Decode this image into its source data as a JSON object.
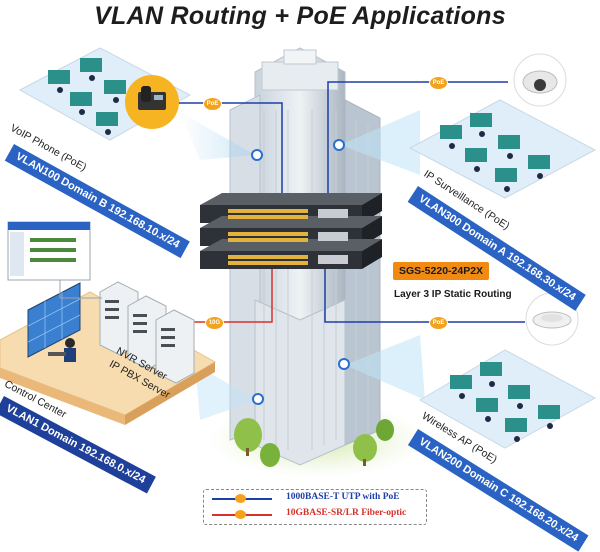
{
  "title": "VLAN Routing + PoE Applications",
  "switch": {
    "model": "SGS-5220-24P2X",
    "function": "Layer 3 IP Static Routing"
  },
  "zones": [
    {
      "id": "voip",
      "device": "VoIP Phone (PoE)",
      "vlan": "VLAN100 Domain B 192.168.10.x/24"
    },
    {
      "id": "surveillance",
      "device": "IP Surveillance (PoE)",
      "vlan": "VLAN300 Domain A 192.168.30.x/24"
    },
    {
      "id": "control",
      "device": "Control Center",
      "vlan": "VLAN1 Domain 192.168.0.x/24"
    },
    {
      "id": "wireless",
      "device": "Wireless AP (PoE)",
      "vlan": "VLAN200 Domain C 192.168.20.x/24"
    }
  ],
  "servers": [
    "NVR Server",
    "IP PBX Server"
  ],
  "badges": {
    "poe": "PoE",
    "fiber": "10G"
  },
  "legend": [
    {
      "label": "1000BASE-T UTP with PoE",
      "color": "#1d3fa8",
      "badge": "PoE"
    },
    {
      "label": "10GBASE-SR/LR Fiber-optic",
      "color": "#d8302a",
      "badge": "10G"
    }
  ],
  "colors": {
    "vlan_band": "#2a63c4",
    "utp_line": "#1d3fa8",
    "fiber_line": "#d8302a",
    "poe_badge": "#f2a21c",
    "model_tag": "#f08a12"
  }
}
